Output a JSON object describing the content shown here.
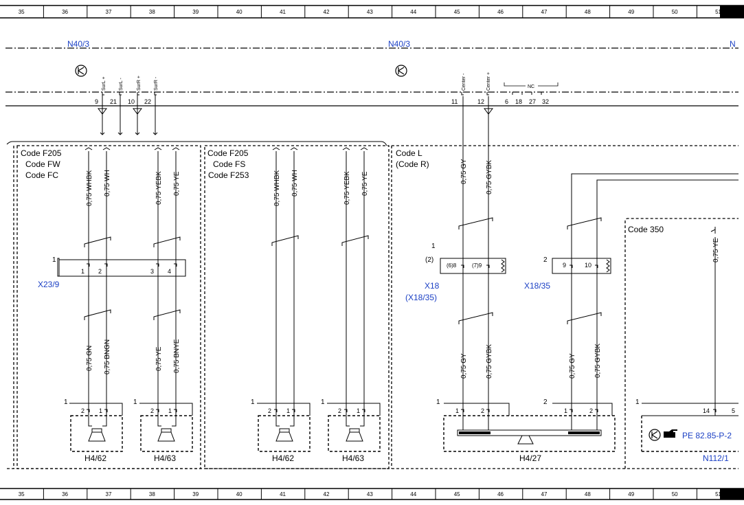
{
  "ruler": [
    "35",
    "36",
    "37",
    "38",
    "39",
    "40",
    "41",
    "42",
    "43",
    "44",
    "45",
    "46",
    "47",
    "48",
    "49",
    "50",
    "51"
  ],
  "components": {
    "n40_3": "N40/3",
    "x23_9": "X23/9",
    "x18": "X18",
    "x18_alt": "(X18/35)",
    "x18_35": "X18/35",
    "h4_62": "H4/62",
    "h4_63": "H4/63",
    "h4_27": "H4/27",
    "n112_1": "N112/1",
    "ref": "PE 82.85-P-2"
  },
  "amp_pins": {
    "surl_plus": "SurL +",
    "surl_minus": "SurL -",
    "surr_plus": "SurR +",
    "surr_minus": "SurR -",
    "center_minus": "Center -",
    "center_plus": "Center +",
    "nc": "NC"
  },
  "pin_numbers": {
    "p9": "9",
    "p21": "21",
    "p10": "10",
    "p22": "22",
    "p11": "11",
    "p12": "12",
    "p6": "6",
    "p18": "18",
    "p27": "27",
    "p32": "32"
  },
  "codes": {
    "c1": [
      "Code F205",
      "Code FW",
      "Code FC"
    ],
    "c2": [
      "Code F205",
      "Code FS",
      "Code F253"
    ],
    "c3": [
      "Code L",
      "(Code R)"
    ],
    "c4": "Code 350"
  },
  "wires": {
    "whbk": "0,75 WHBK",
    "wh": "0,75 WH",
    "yebk": "0,75 YEBK",
    "ye": "0,75 YE",
    "gn": "0,75 GN",
    "bngn": "0,75 BNGN",
    "bnye": "0,75 BNYE",
    "gy": "0,75 GY",
    "gybk": "0,75 GYBK",
    "ye_arrow": "0,75 YE"
  },
  "connector_pins": {
    "one": "1",
    "two": "2",
    "three": "3",
    "four": "4",
    "paren2": "(2)",
    "p6_8": "(6)8",
    "p7_9": "(7)9",
    "p9": "9",
    "p10": "10",
    "p14": "14",
    "p5": "5"
  }
}
